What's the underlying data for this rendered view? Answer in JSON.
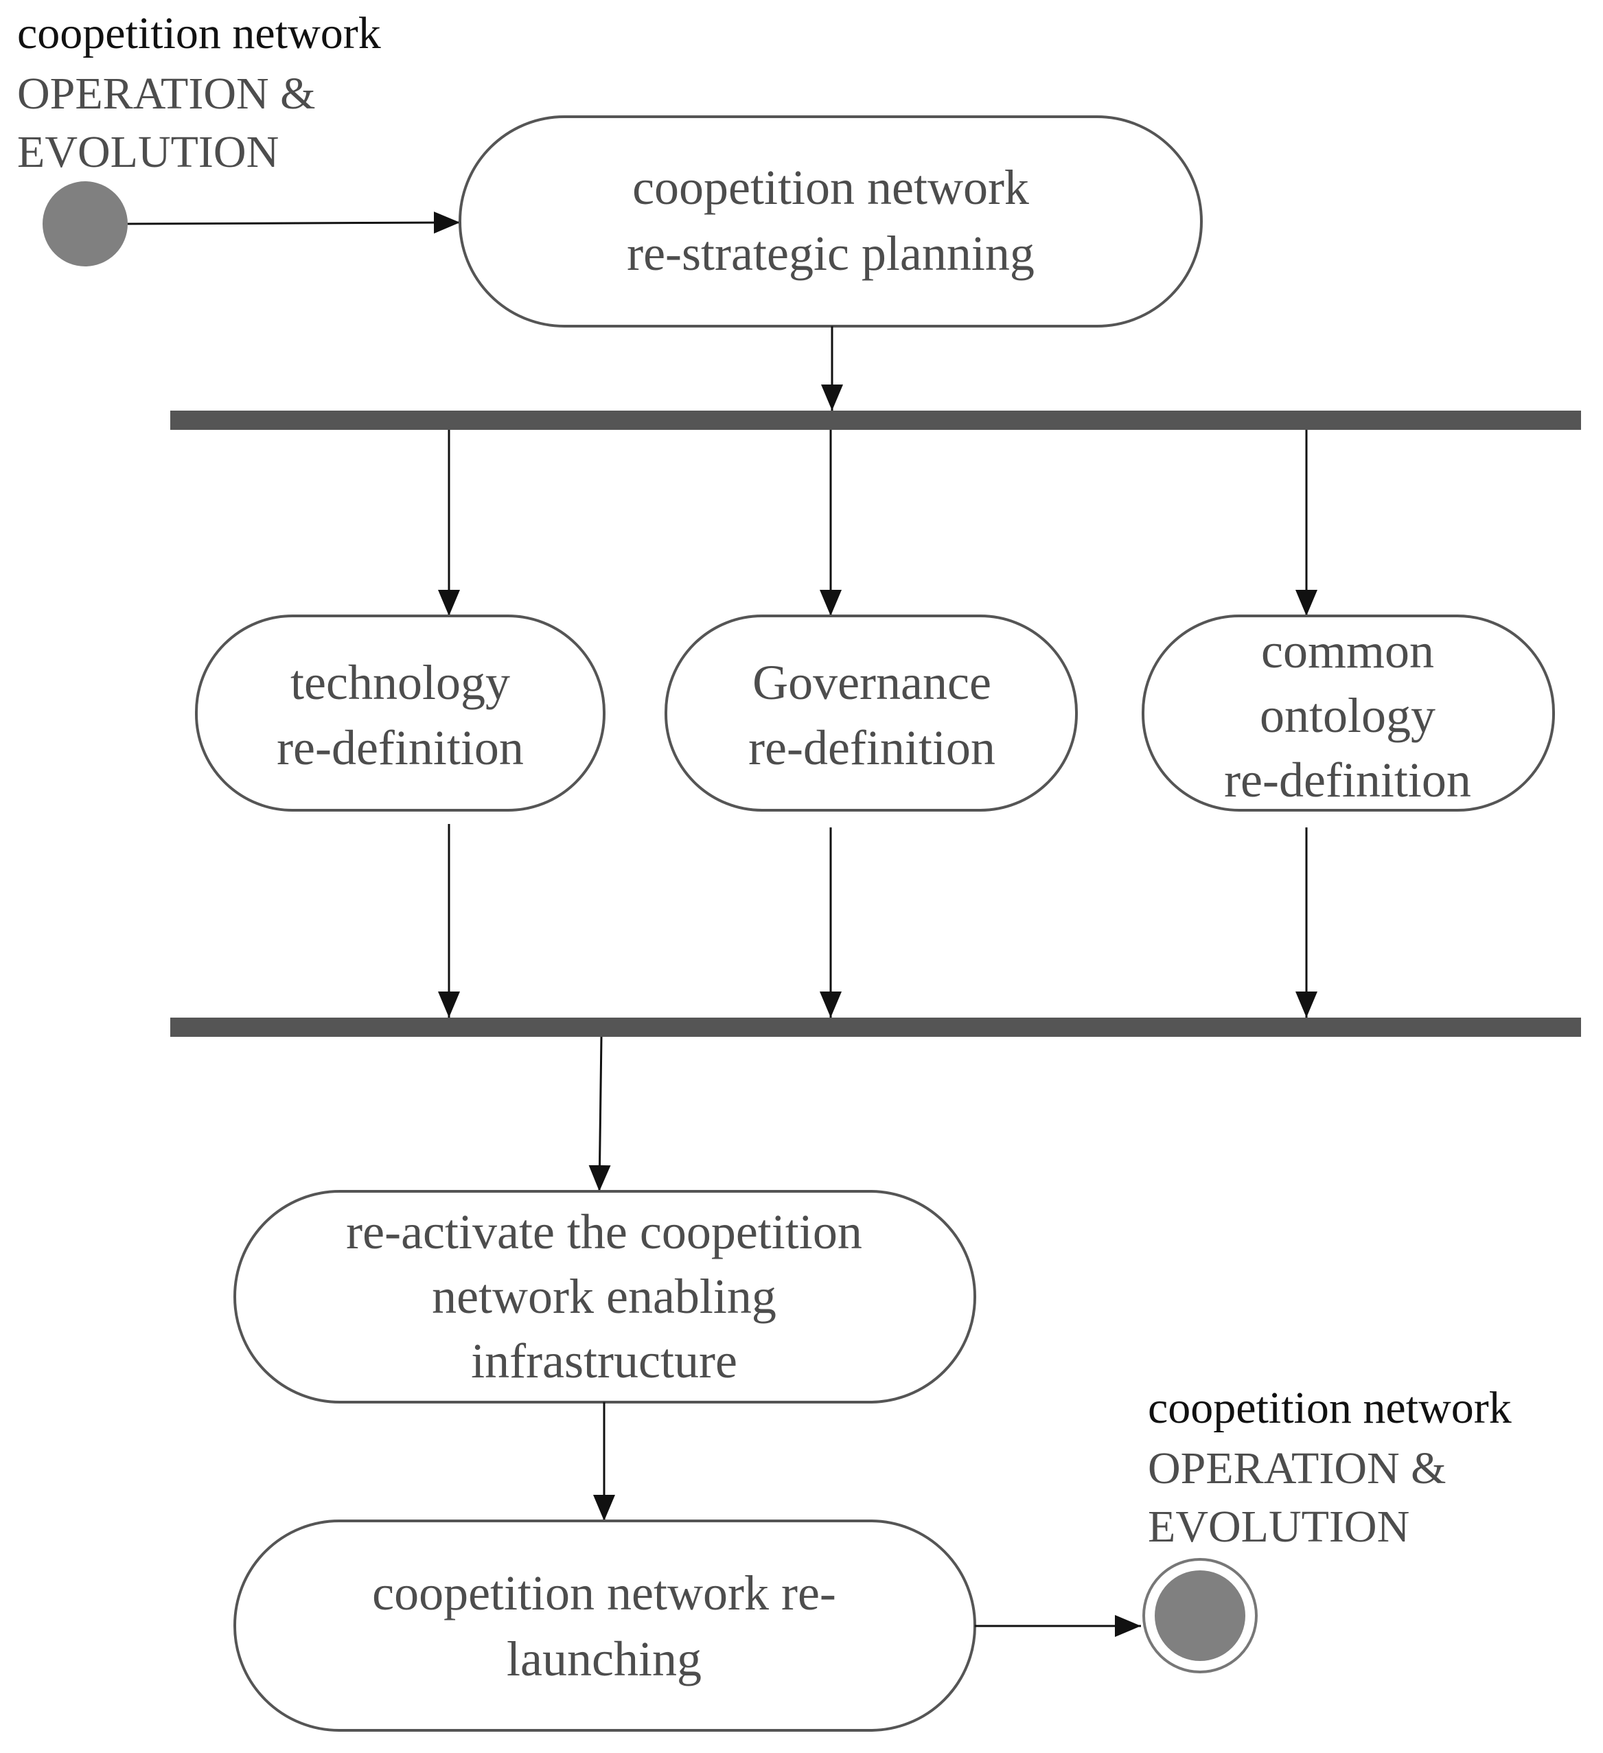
{
  "start_label": {
    "line1": "coopetition network",
    "line2": "OPERATION &",
    "line3": "EVOLUTION"
  },
  "end_label": {
    "line1": "coopetition network",
    "line2": "OPERATION &",
    "line3": "EVOLUTION"
  },
  "nodes": {
    "planning": {
      "lines": [
        "coopetition network",
        "re-strategic  planning"
      ]
    },
    "technology": {
      "lines": [
        "technology",
        "re-definition"
      ]
    },
    "governance": {
      "lines": [
        "Governance",
        "re-definition"
      ]
    },
    "ontology": {
      "lines": [
        "common",
        "ontology",
        "re-definition"
      ]
    },
    "reactivate": {
      "lines": [
        "re-activate  the coopetition",
        "network enabling",
        "infrastructure"
      ]
    },
    "relaunching": {
      "lines": [
        "coopetition network re-",
        "launching"
      ]
    }
  },
  "colors": {
    "node_stroke": "#555555",
    "bar_fill": "#555555",
    "initial_node_fill": "#808080",
    "arrow": "#111111",
    "text": "#4d4d4d"
  }
}
